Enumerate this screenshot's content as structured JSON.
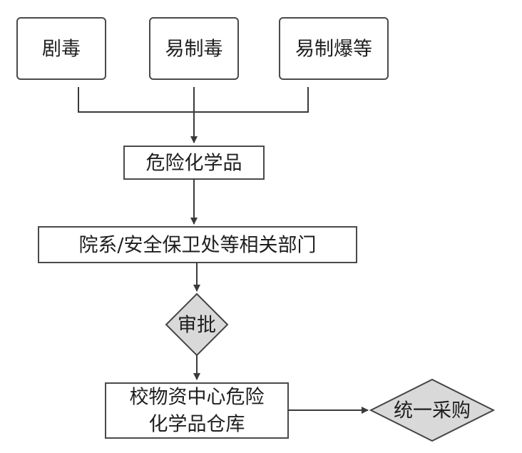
{
  "nodes": {
    "top_left": "剧毒",
    "top_middle": "易制毒",
    "top_right": "易制爆等",
    "hazardous": "危险化学品",
    "departments": "院系/安全保卫处等相关部门",
    "approval": "审批",
    "warehouse_line1": "校物资中心危险",
    "warehouse_line2": "化学品仓库",
    "procurement": "统一采购"
  }
}
